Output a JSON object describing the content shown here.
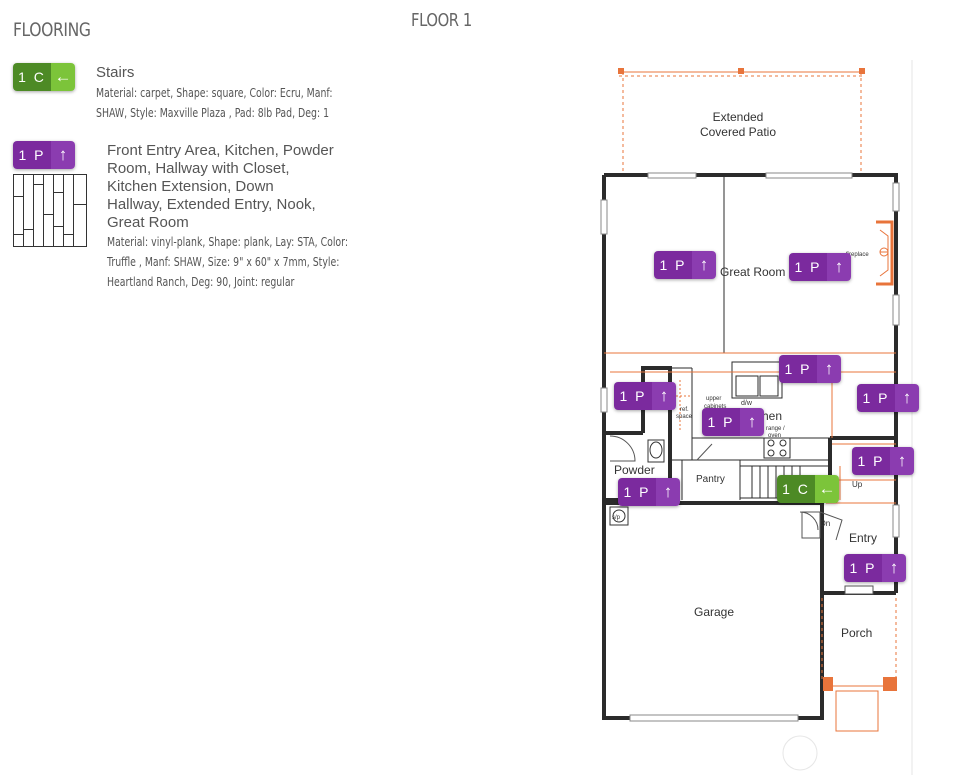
{
  "heading": "FLOORING",
  "floor_title": "FLOOR 1",
  "legend": [
    {
      "badge": {
        "code": "1 C",
        "arrow": "←",
        "type": "carpet"
      },
      "name": "Stairs",
      "detail_lines": [
        "Material: carpet, Shape: square, Color: Ecru, Manf:",
        "SHAW, Style: Maxville Plaza , Pad: 8lb Pad, Deg: 1"
      ]
    },
    {
      "badge": {
        "code": "1 P",
        "arrow": "↑",
        "type": "plank"
      },
      "name_lines": [
        "Front Entry Area, Kitchen, Powder",
        "Room, Hallway with Closet,",
        "Kitchen Extension, Down",
        "Hallway, Extended Entry, Nook,",
        "Great Room"
      ],
      "detail_lines": [
        "Material: vinyl-plank, Shape: plank, Lay: STA, Color:",
        "Truffle , Manf: SHAW, Size: 9\" x 60\" x 7mm, Style:",
        "Heartland Ranch, Deg: 90, Joint: regular"
      ]
    }
  ],
  "plan": {
    "rooms": {
      "patio": [
        "Extended",
        "Covered Patio"
      ],
      "great_room": "Great Room",
      "kitchen": "Kitchen",
      "powder": "Powder",
      "pantry": "Pantry",
      "entry": "Entry",
      "garage": "Garage",
      "porch": "Porch"
    },
    "small_labels": {
      "fireplace": "fireplace",
      "dw": "d/w",
      "ref": [
        "ref.",
        "space"
      ],
      "upper": [
        "upper",
        "cabinets"
      ],
      "range": [
        "range /",
        "oven"
      ],
      "up": "Up",
      "dn": "Dn",
      "sp": "s/p"
    },
    "badges": [
      {
        "code": "1 P",
        "arrow": "↑",
        "type": "p"
      },
      {
        "code": "1 P",
        "arrow": "↑",
        "type": "p"
      },
      {
        "code": "1 P",
        "arrow": "↑",
        "type": "p"
      },
      {
        "code": "1 P",
        "arrow": "↑",
        "type": "p"
      },
      {
        "code": "1 P",
        "arrow": "↑",
        "type": "p"
      },
      {
        "code": "1 P",
        "arrow": "↑",
        "type": "p"
      },
      {
        "code": "1 P",
        "arrow": "↑",
        "type": "p"
      },
      {
        "code": "1 P",
        "arrow": "↑",
        "type": "p"
      },
      {
        "code": "1 C",
        "arrow": "←",
        "type": "c"
      },
      {
        "code": "1 P",
        "arrow": "↑",
        "type": "p"
      }
    ]
  },
  "colors": {
    "plank_code": "#7b2a9e",
    "plank_arrow": "#8b3cb0",
    "carpet_code": "#4d8a25",
    "carpet_arrow": "#7cc43a",
    "wall": "#2b2b2b",
    "accent_orange": "#e8743b",
    "patio_text": "#e08a1e"
  }
}
